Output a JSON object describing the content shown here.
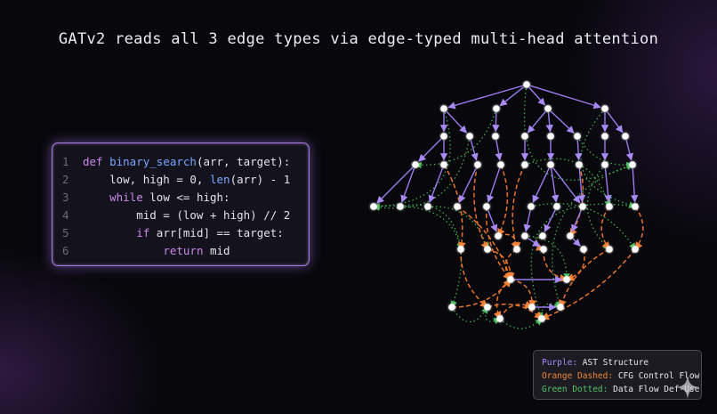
{
  "title": "GATv2 reads all 3 edge types via edge-typed multi-head attention",
  "code": [
    {
      "n": "1",
      "parts": [
        {
          "t": "def ",
          "c": "kw"
        },
        {
          "t": "binary_search",
          "c": "fn"
        },
        {
          "t": "(arr, target):",
          "c": ""
        }
      ]
    },
    {
      "n": "2",
      "parts": [
        {
          "t": "    low, high = 0, ",
          "c": ""
        },
        {
          "t": "len",
          "c": "bi"
        },
        {
          "t": "(arr) - 1",
          "c": ""
        }
      ]
    },
    {
      "n": "3",
      "parts": [
        {
          "t": "    ",
          "c": ""
        },
        {
          "t": "while",
          "c": "kw"
        },
        {
          "t": " low <= high:",
          "c": ""
        }
      ]
    },
    {
      "n": "4",
      "parts": [
        {
          "t": "        mid = (low + high) // 2",
          "c": ""
        }
      ]
    },
    {
      "n": "5",
      "parts": [
        {
          "t": "        ",
          "c": ""
        },
        {
          "t": "if",
          "c": "kw"
        },
        {
          "t": " arr[mid] == target:",
          "c": ""
        }
      ]
    },
    {
      "n": "6",
      "parts": [
        {
          "t": "            ",
          "c": ""
        },
        {
          "t": "return",
          "c": "kw"
        },
        {
          "t": " mid",
          "c": ""
        }
      ]
    }
  ],
  "legend": {
    "purple_key": "Purple:",
    "purple_text": "AST Structure",
    "orange_key": "Orange Dashed:",
    "orange_text": "CFG Control Flow",
    "green_key": "Green Dotted:",
    "green_text": "Data Flow Def-Use"
  },
  "colors": {
    "ast": "#9b7cf0",
    "cfg": "#e8742c",
    "dataflow": "#3fae4e",
    "node": "#ffffff",
    "accent_border": "#a678e6"
  },
  "icons": [
    "sparkle-icon"
  ]
}
